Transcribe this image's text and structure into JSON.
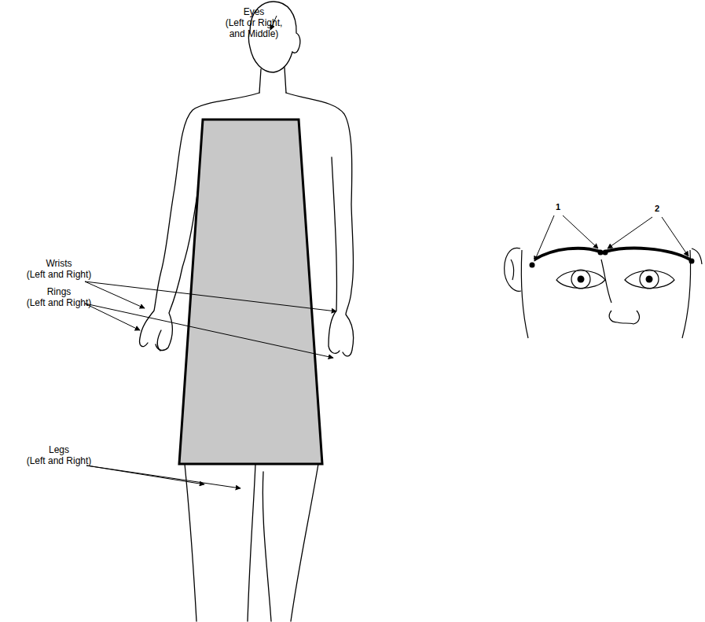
{
  "diagram": {
    "labels": [
      "Eyes",
      "(Left or Right, and Middle)",
      "Wrists",
      "(Left and Right)",
      "Rings",
      "(Left and Right)",
      "Legs",
      "(Left and Right)",
      "1",
      "2"
    ]
  }
}
